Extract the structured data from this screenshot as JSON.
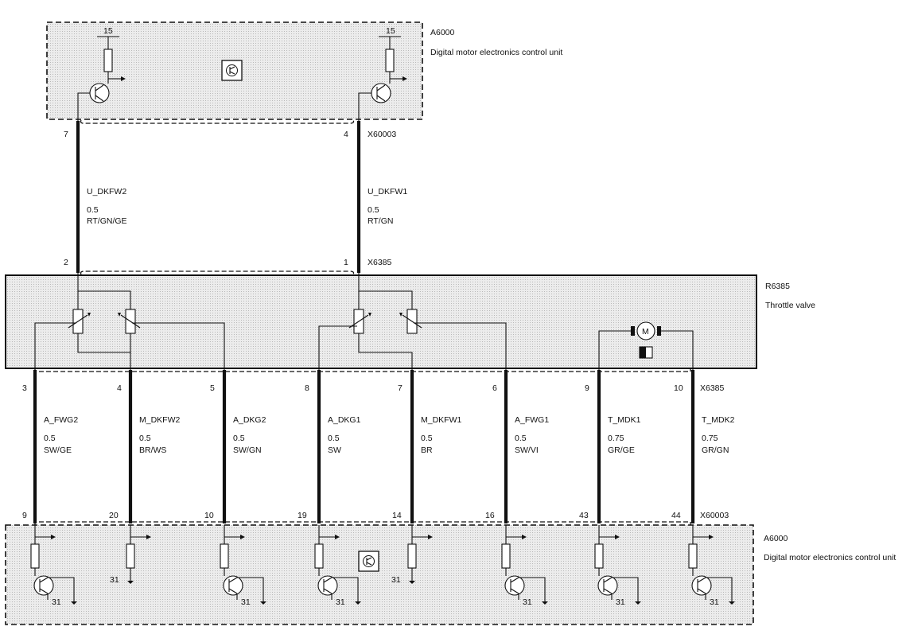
{
  "components": {
    "top_ecu": {
      "id": "A6000",
      "name": "Digital motor electronics control unit"
    },
    "throttle": {
      "id": "R6385",
      "name": "Throttle valve"
    },
    "bottom_ecu": {
      "id": "A6000",
      "name": "Digital motor electronics  control unit"
    }
  },
  "connectors": {
    "top_upper": "X60003",
    "top_lower": "X6385",
    "bottom_upper": "X6385",
    "bottom_lower": "X60003"
  },
  "supply_label": "15",
  "ground_label": "31",
  "motor_label": "M",
  "top_wires": [
    {
      "signal": "U_DKFW2",
      "size": "0.5",
      "color": "RT/GN/GE",
      "pin_ecu": "7",
      "pin_throttle": "2"
    },
    {
      "signal": "U_DKFW1",
      "size": "0.5",
      "color": "RT/GN",
      "pin_ecu": "4",
      "pin_throttle": "1"
    }
  ],
  "bottom_wires": [
    {
      "signal": "A_FWG2",
      "size": "0.5",
      "color": "SW/GE",
      "pin_throttle": "3",
      "pin_ecu": "9"
    },
    {
      "signal": "M_DKFW2",
      "size": "0.5",
      "color": "BR/WS",
      "pin_throttle": "4",
      "pin_ecu": "20"
    },
    {
      "signal": "A_DKG2",
      "size": "0.5",
      "color": "SW/GN",
      "pin_throttle": "5",
      "pin_ecu": "10"
    },
    {
      "signal": "A_DKG1",
      "size": "0.5",
      "color": "SW",
      "pin_throttle": "8",
      "pin_ecu": "19"
    },
    {
      "signal": "M_DKFW1",
      "size": "0.5",
      "color": "BR",
      "pin_throttle": "7",
      "pin_ecu": "14"
    },
    {
      "signal": "A_FWG1",
      "size": "0.5",
      "color": "SW/VI",
      "pin_throttle": "6",
      "pin_ecu": "16"
    },
    {
      "signal": "T_MDK1",
      "size": "0.75",
      "color": "GR/GE",
      "pin_throttle": "9",
      "pin_ecu": "43"
    },
    {
      "signal": "T_MDK2",
      "size": "0.75",
      "color": "GR/GN",
      "pin_throttle": "10",
      "pin_ecu": "44"
    }
  ]
}
